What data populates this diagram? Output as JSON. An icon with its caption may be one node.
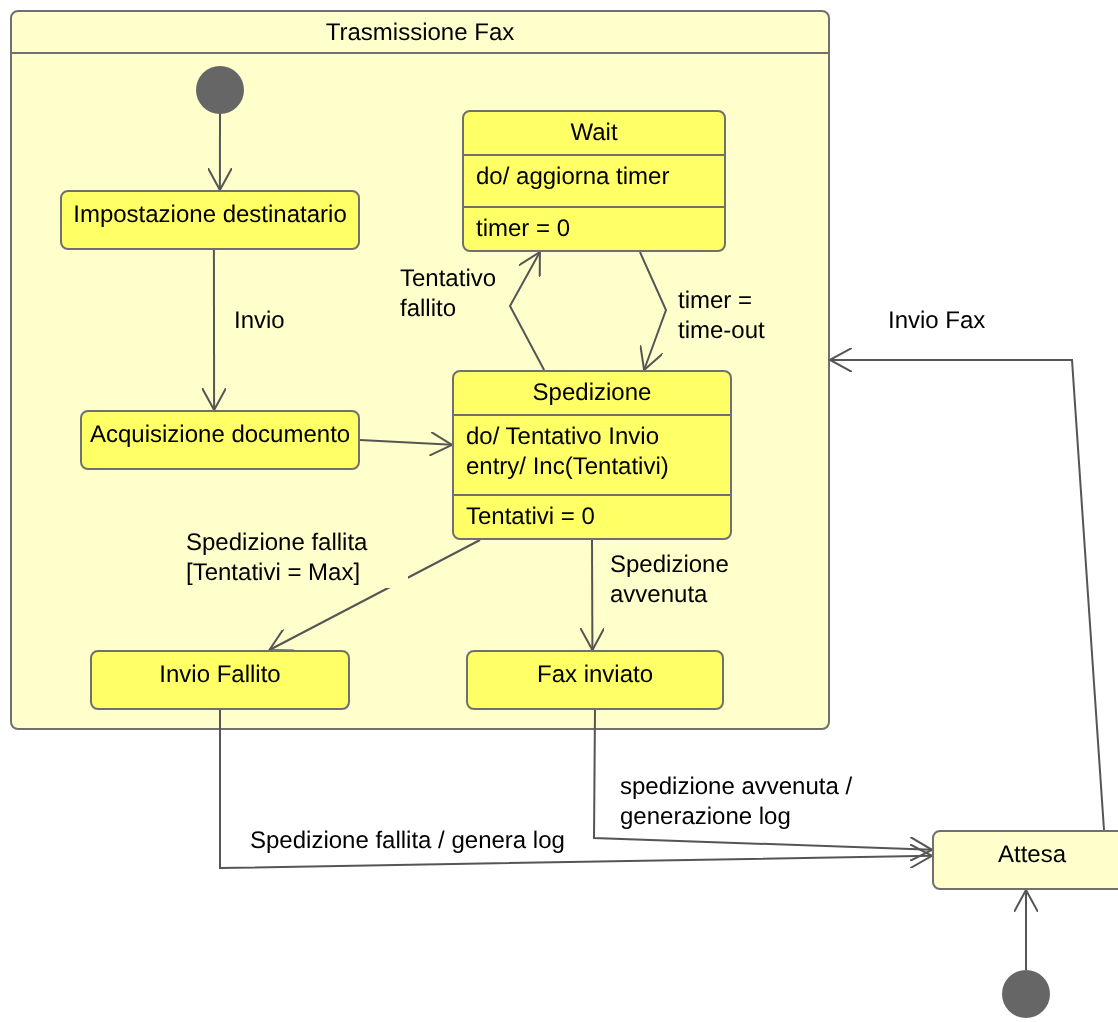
{
  "diagram": {
    "nodes": [
      {
        "text": [
          "Trasmissione Fax"
        ]
      },
      {
        "text": [],
        "shape": "circle",
        "in": 0
      },
      {
        "text": [
          "Impostazione destinatario"
        ],
        "in": 0
      },
      {
        "text": [
          "Wait",
          "do/ aggiorna timer",
          "timer = 0"
        ],
        "in": 0
      },
      {
        "text": [
          "Acquisizione documento"
        ],
        "in": 0
      },
      {
        "text": [
          "Spedizione",
          "do/ Tentativo Invio",
          "entry/ Inc(Tentativi)",
          "Tentativi = 0"
        ],
        "in": 0
      },
      {
        "text": [
          "Invio Fallito"
        ],
        "in": 0
      },
      {
        "text": [
          "Fax inviato"
        ],
        "in": 0
      },
      {
        "text": [
          "Attesa"
        ]
      },
      {
        "text": [],
        "shape": "circle"
      }
    ],
    "edges": [
      {
        "from": 1,
        "to": 2,
        "arrow": "to"
      },
      {
        "from": 2,
        "to": 4,
        "arrow": "to",
        "label": "Invio"
      },
      {
        "from": 4,
        "to": 5,
        "arrow": "to"
      },
      {
        "from": 5,
        "to": 3,
        "arrow": "to",
        "label": "Tentativo fallito"
      },
      {
        "from": 3,
        "to": 5,
        "arrow": "to",
        "label": "timer = time-out"
      },
      {
        "from": 5,
        "to": 6,
        "arrow": "to",
        "label": "Spedizione fallita [Tentativi = Max]"
      },
      {
        "from": 5,
        "to": 7,
        "arrow": "to",
        "label": "Spedizione avvenuta"
      },
      {
        "from": 6,
        "to": 8,
        "arrow": "to",
        "label": "Spedizione fallita / genera log"
      },
      {
        "from": 7,
        "to": 8,
        "arrow": "to",
        "label": "spedizione avvenuta / generazione log"
      },
      {
        "from": 9,
        "to": 8,
        "arrow": "to"
      },
      {
        "from": 8,
        "to": 0,
        "arrow": "to",
        "label": "Invio Fax"
      }
    ]
  }
}
